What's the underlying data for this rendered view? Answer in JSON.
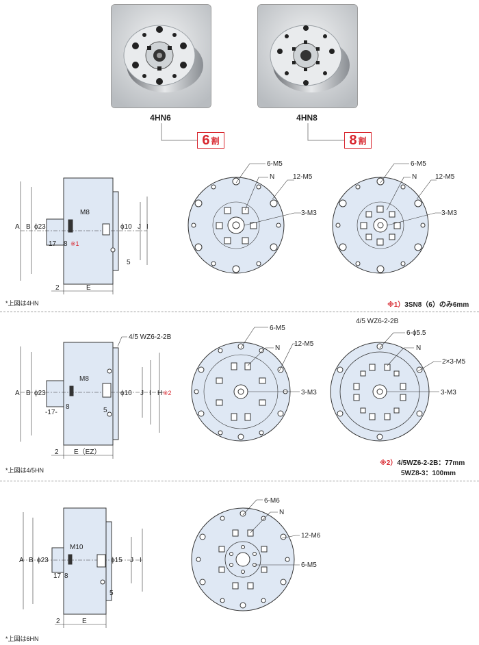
{
  "products": [
    {
      "model": "4HN6",
      "divisions": "6",
      "divisions_unit": "割"
    },
    {
      "model": "4HN8",
      "divisions": "8",
      "divisions_unit": "割"
    }
  ],
  "section1": {
    "side": {
      "A": "A",
      "B": "B",
      "phi23": "ϕ23",
      "M8": "M8",
      "phi10": "ϕ10",
      "J": "J",
      "I": "I",
      "d17": "17",
      "d8": "8",
      "ref1": "※1",
      "d5": "5",
      "d2": "2",
      "E": "E"
    },
    "face_left": {
      "m5_6": "6-M5",
      "N": "N",
      "m5_12": "12-M5",
      "m3_3": "3-M3"
    },
    "face_right": {
      "m5_6": "6-M5",
      "N": "N",
      "m5_12": "12-M5",
      "m3_3": "3-M3"
    },
    "caption": "*上図は4HN",
    "note_mark": "※1）",
    "note_text": "3SN8（6）のみ6mm"
  },
  "section2": {
    "side": {
      "A": "A",
      "B": "B",
      "phi23": "ϕ23",
      "M8": "M8",
      "phi10": "ϕ10",
      "J": "J",
      "I": "I",
      "H": "H",
      "ref2": "※2",
      "d17": "-17-",
      "d8": "8",
      "d5": "5",
      "d2": "2",
      "E": "E（EZ）",
      "callout": "4/5 WZ6-2-2B"
    },
    "face_left": {
      "m5_6": "6-M5",
      "N": "N",
      "m5_12": "12-M5",
      "m3_3": "3-M3"
    },
    "face_right": {
      "title": "4/5 WZ6-2-2B",
      "phi": "6-ϕ5.5",
      "N": "N",
      "m5": "2×3-M5",
      "m3_3": "3-M3"
    },
    "caption": "*上図は4/5HN",
    "note_mark": "※2）",
    "note_line1": "4/5WZ6-2-2B：77mm",
    "note_line2": "5WZ8-3：100mm"
  },
  "section3": {
    "side": {
      "A": "A",
      "B": "B",
      "phi23": "ϕ23",
      "M10": "M10",
      "phi15": "ϕ15",
      "J": "J",
      "I": "I",
      "d17": "17",
      "d8": "8",
      "d5": "5",
      "d2": "2",
      "E": "E"
    },
    "face": {
      "m6_6": "6-M6",
      "N": "N",
      "m6_12": "12-M6",
      "m5_6": "6-M5"
    },
    "caption": "*上図は6HN"
  },
  "colors": {
    "fill": "#dfe8f4",
    "line": "#333333",
    "accent": "#d8262e"
  }
}
